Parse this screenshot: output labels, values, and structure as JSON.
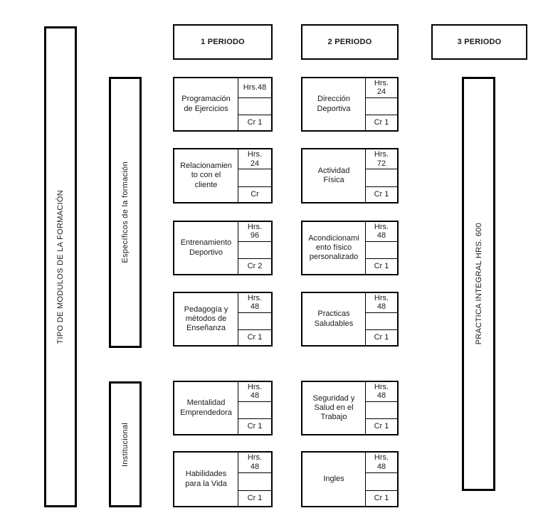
{
  "diagram": {
    "left_bar_label": "TIPO DE MODULOS DE LA FORMACIÓN",
    "category_bars": {
      "especificos": "Específicos de la formación",
      "institucional": "Institucional"
    },
    "practice_bar_label": "PRACTICA INTEGRAL HRS. 600",
    "periods": [
      {
        "label": "1 PERIODO",
        "modules": [
          {
            "name": "Programación\nde Ejercicios",
            "hours": "Hrs.48",
            "credits": "Cr 1"
          },
          {
            "name": "Relacionamien\nto con el\ncliente",
            "hours": "Hrs.\n24",
            "credits": "Cr"
          },
          {
            "name": "Entrenamiento\nDeportivo",
            "hours": "Hrs.\n96",
            "credits": "Cr 2"
          },
          {
            "name": "Pedagogía y\nmétodos de\nEnseñanza",
            "hours": "Hrs.\n48",
            "credits": "Cr 1"
          },
          {
            "name": "Mentalidad\nEmprendedora",
            "hours": "Hrs.\n48",
            "credits": "Cr 1"
          },
          {
            "name": "Habilidades\npara la Vida",
            "hours": "Hrs.\n48",
            "credits": "Cr 1"
          }
        ]
      },
      {
        "label": "2 PERIODO",
        "modules": [
          {
            "name": "Dirección\nDeportiva",
            "hours": "Hrs.\n24",
            "credits": "Cr 1"
          },
          {
            "name": "Actividad\nFísica",
            "hours": "Hrs.\n72",
            "credits": "Cr 1"
          },
          {
            "name": "Acondicionami\nento físico\npersonalizado",
            "hours": "Hrs.\n48",
            "credits": "Cr 1"
          },
          {
            "name": "Practicas\nSaludables",
            "hours": "Hrs.\n48",
            "credits": "Cr 1"
          },
          {
            "name": "Seguridad y\nSalud en el\nTrabajo",
            "hours": "Hrs.\n48",
            "credits": "Cr 1"
          },
          {
            "name": "Ingles",
            "hours": "Hrs.\n48",
            "credits": "Cr 1"
          }
        ]
      },
      {
        "label": "3 PERIODO",
        "modules": []
      }
    ]
  }
}
